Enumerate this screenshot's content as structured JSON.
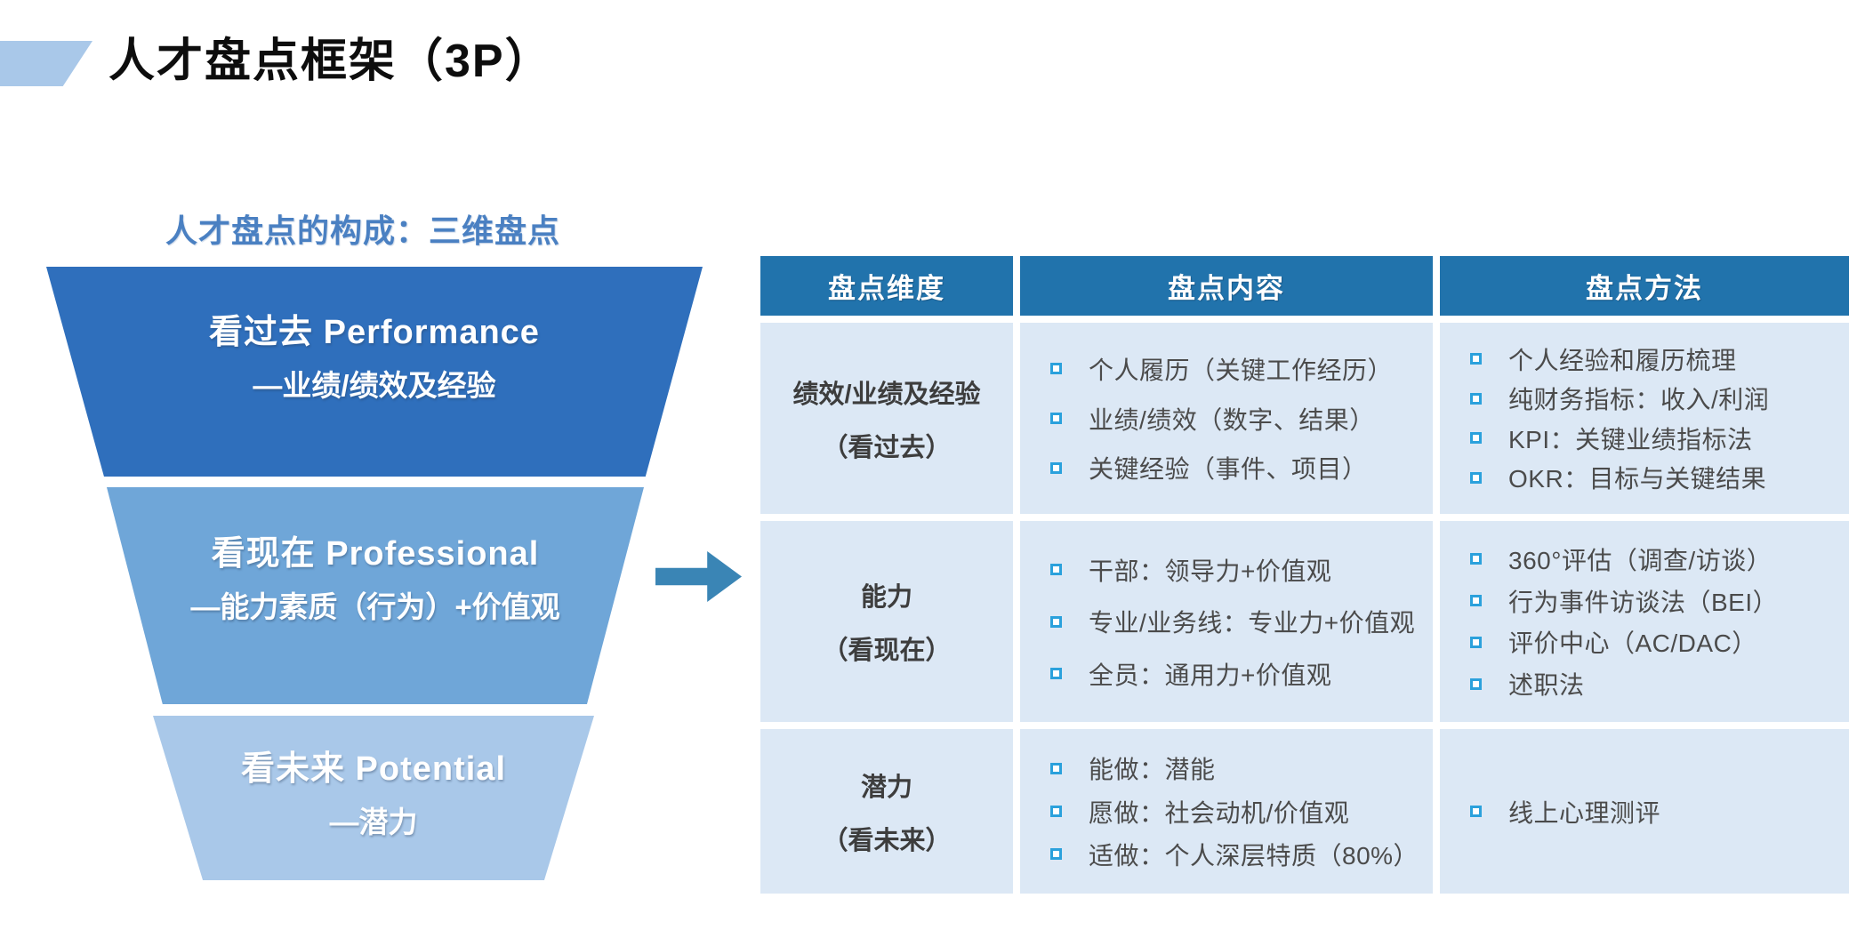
{
  "page": {
    "title": "人才盘点框架（3P）"
  },
  "left_panel": {
    "subtitle": "人才盘点的构成：三维盘点",
    "funnel": [
      {
        "line1": "看过去 Performance",
        "line2": "—业绩/绩效及经验",
        "color": "#2f6fbc"
      },
      {
        "line1": "看现在 Professional",
        "line2": "—能力素质（行为）+价值观",
        "color": "#6fa6d8"
      },
      {
        "line1": "看未来 Potential",
        "line2": "—潜力",
        "color": "#a9c8e9"
      }
    ]
  },
  "arrow": {
    "direction": "right",
    "color": "#3a85b5"
  },
  "table": {
    "headers": [
      "盘点维度",
      "盘点内容",
      "盘点方法"
    ],
    "rows": [
      {
        "dimension_line1": "绩效/业绩及经验",
        "dimension_line2": "（看过去）",
        "content": [
          "个人履历（关键工作经历）",
          "业绩/绩效（数字、结果）",
          "关键经验（事件、项目）"
        ],
        "methods": [
          "个人经验和履历梳理",
          "纯财务指标：收入/利润",
          "KPI：关键业绩指标法",
          "OKR：目标与关键结果"
        ]
      },
      {
        "dimension_line1": "能力",
        "dimension_line2": "（看现在）",
        "content": [
          "干部：领导力+价值观",
          "专业/业务线：专业力+价值观",
          "全员：通用力+价值观"
        ],
        "methods": [
          "360°评估（调查/访谈）",
          "行为事件访谈法（BEI）",
          "评价中心（AC/DAC）",
          "述职法"
        ]
      },
      {
        "dimension_line1": "潜力",
        "dimension_line2": "（看未来）",
        "content": [
          "能做：潜能",
          "愿做：社会动机/价值观",
          "适做：个人深层特质（80%）"
        ],
        "methods": [
          "线上心理测评"
        ]
      }
    ]
  },
  "colors": {
    "title_accent": "#a9c8e9",
    "subtitle_text": "#4a80c2",
    "table_header_bg": "#2173ac",
    "table_cell_bg": "#dce8f5",
    "bullet_square": "#2ba1dc",
    "funnel_dark": "#2f6fbc",
    "funnel_mid": "#6fa6d8",
    "funnel_light": "#a9c8e9",
    "arrow": "#3a85b5"
  }
}
